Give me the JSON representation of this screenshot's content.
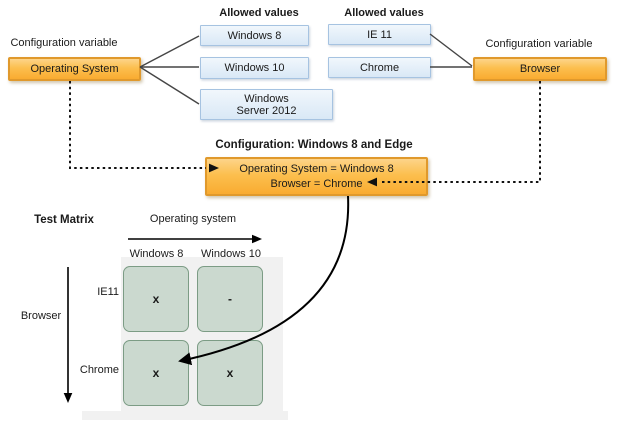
{
  "diagram": {
    "os": {
      "caption": "Configuration variable",
      "name": "Operating System",
      "allowed_header": "Allowed values",
      "values": [
        "Windows 8",
        "Windows 10",
        "Windows Server 2012"
      ]
    },
    "browser": {
      "caption": "Configuration variable",
      "name": "Browser",
      "allowed_header": "Allowed values",
      "values": [
        "IE 11",
        "Chrome"
      ]
    },
    "configuration": {
      "title": "Configuration: Windows 8 and Edge",
      "line1": "Operating System = Windows 8",
      "line2": "Browser = Chrome"
    },
    "matrix": {
      "title": "Test Matrix",
      "x_axis_label": "Operating system",
      "y_axis_label": "Browser",
      "columns": [
        "Windows 8",
        "Windows 10"
      ],
      "rows": [
        "IE11",
        "Chrome"
      ],
      "cells": [
        [
          "x",
          "-"
        ],
        [
          "x",
          "x"
        ]
      ]
    },
    "colors": {
      "variable_fill": "#fcbf4e",
      "variable_border": "#e0992c",
      "value_fill": "#d9e8f6",
      "value_border": "#a6c3e1",
      "cell_fill": "#cbd9cf",
      "cell_border": "#7c9c85",
      "shadow_panel": "#f1f1f1",
      "connector": "#454545",
      "arrow": "#000000"
    }
  }
}
